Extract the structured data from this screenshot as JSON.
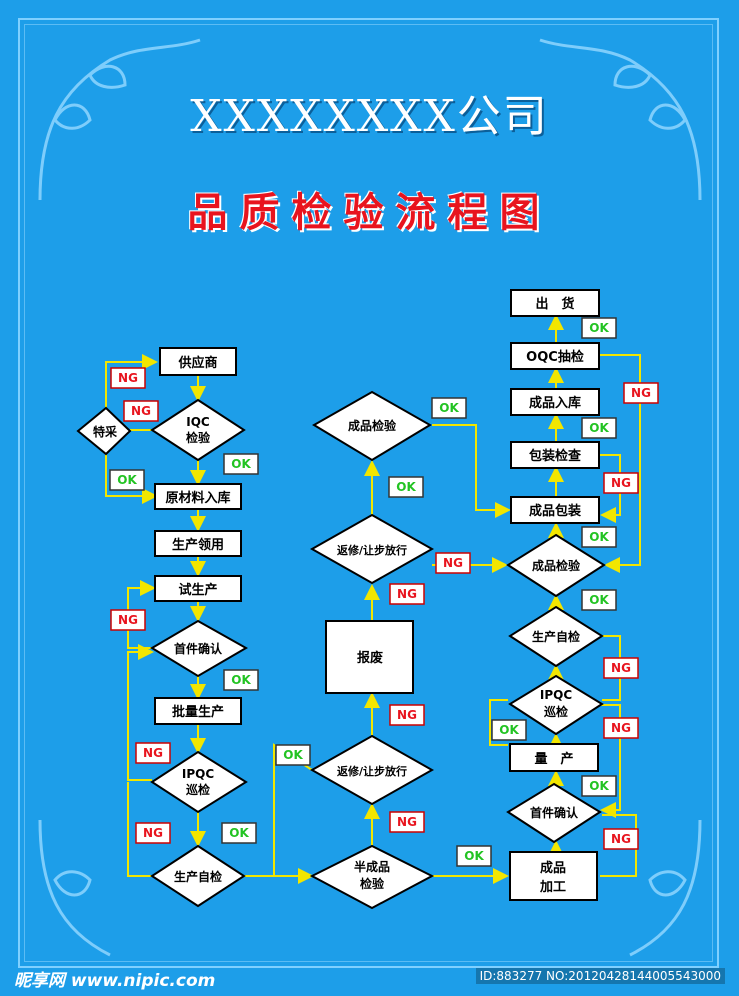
{
  "header": {
    "company": "XXXXXXXX公司",
    "title": "品质检验流程图"
  },
  "colors": {
    "background": "#1d9ee9",
    "title": "#e8141e",
    "ok_text": "#22c322",
    "ng_text": "#e8141e",
    "line": "#f2e600"
  },
  "flow": {
    "supplier": "供应商",
    "special_purchase": "特采",
    "iqc_line1": "IQC",
    "iqc_line2": "检验",
    "raw_material_storage": "原材料入库",
    "production_requisition": "生产领用",
    "trial_production": "试生产",
    "first_article_left": "首件确认",
    "mass_production_left": "批量生产",
    "ipqc_left_line1": "IPQC",
    "ipqc_left_line2": "巡检",
    "self_inspection_left": "生产自检",
    "semi_finished_line1": "半成品",
    "semi_finished_line2": "检验",
    "rework_lower": "返修/让步放行",
    "scrap": "报废",
    "rework_upper": "返修/让步放行",
    "finished_inspection_center": "成品检验",
    "finished_processing_line1": "成品",
    "finished_processing_line2": "加工",
    "first_article_right": "首件确认",
    "volume_production": "量　产",
    "ipqc_right_line1": "IPQC",
    "ipqc_right_line2": "巡检",
    "self_inspection_right": "生产自检",
    "finished_inspection_right": "成品检验",
    "finished_packaging": "成品包装",
    "packaging_check": "包装检查",
    "finished_storage": "成品入库",
    "oqc_sampling": "OQC抽检",
    "shipment": "出　货",
    "ok": "OK",
    "ng": "NG"
  },
  "watermark": {
    "site": "昵享网 www.nipic.com",
    "id": "ID:883277 NO:20120428144005543000"
  }
}
